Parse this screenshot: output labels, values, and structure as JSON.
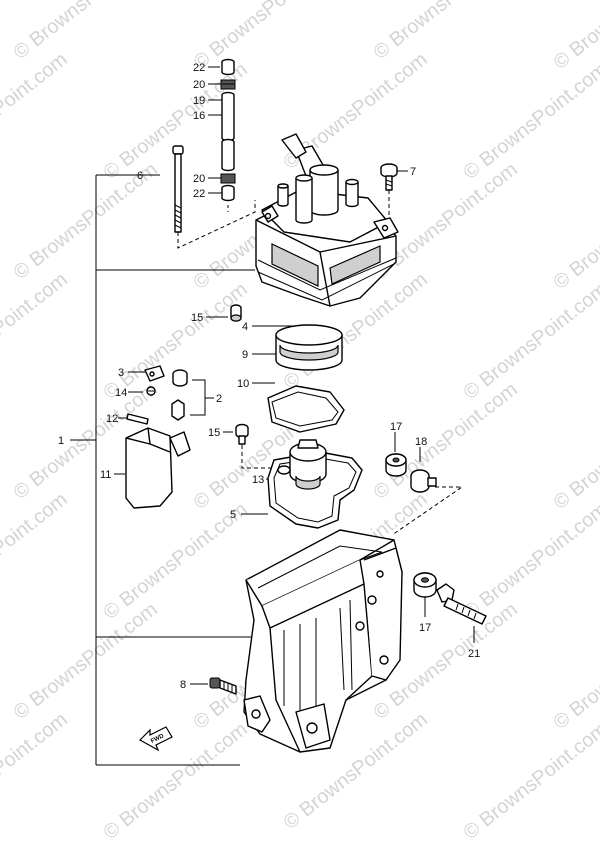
{
  "watermark": "© BrownsPoint.com",
  "fwd_mark": "FWD",
  "callouts": [
    {
      "id": "22a",
      "label": "22"
    },
    {
      "id": "20a",
      "label": "20"
    },
    {
      "id": "19",
      "label": "19"
    },
    {
      "id": "16",
      "label": "16"
    },
    {
      "id": "6",
      "label": "6"
    },
    {
      "id": "20b",
      "label": "20"
    },
    {
      "id": "22b",
      "label": "22"
    },
    {
      "id": "7",
      "label": "7"
    },
    {
      "id": "15a",
      "label": "15"
    },
    {
      "id": "4",
      "label": "4"
    },
    {
      "id": "9",
      "label": "9"
    },
    {
      "id": "3",
      "label": "3"
    },
    {
      "id": "2",
      "label": "2"
    },
    {
      "id": "14",
      "label": "14"
    },
    {
      "id": "10",
      "label": "10"
    },
    {
      "id": "12",
      "label": "12"
    },
    {
      "id": "1",
      "label": "1"
    },
    {
      "id": "15b",
      "label": "15"
    },
    {
      "id": "17a",
      "label": "17"
    },
    {
      "id": "18",
      "label": "18"
    },
    {
      "id": "11",
      "label": "11"
    },
    {
      "id": "13",
      "label": "13"
    },
    {
      "id": "5",
      "label": "5"
    },
    {
      "id": "17b",
      "label": "17"
    },
    {
      "id": "21",
      "label": "21"
    },
    {
      "id": "8",
      "label": "8"
    }
  ]
}
